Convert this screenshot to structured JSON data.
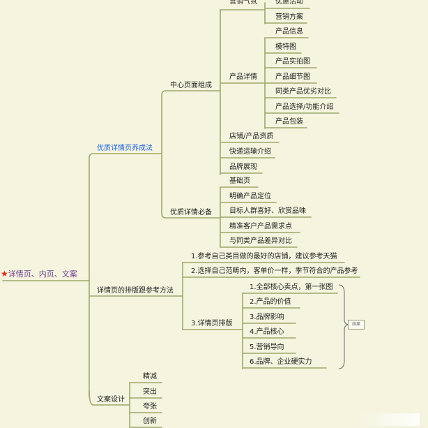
{
  "root": "详情页、内页、文案",
  "l1": {
    "youzhi": "优质详情页养成法",
    "paiban": "详情页的排版跟参考方法",
    "wenan": "文案设计"
  },
  "l2": {
    "zhongxin": "中心页面组成",
    "bibei": "优质详情必备"
  },
  "zhongxin": {
    "yingxiao": "营销气氛",
    "yingxiao_items": [
      "优惠活动",
      "营销方案"
    ],
    "xiangqing": "产品详情",
    "xiangqing_items": [
      "产品信息",
      "模特图",
      "产品实拍图",
      "产品细节图",
      "同类产品优劣对比",
      "产品选择/功能介绍",
      "产品包装"
    ],
    "others": [
      "店铺/产品资质",
      "快递运输介绍",
      "品牌展现"
    ]
  },
  "bibei_items": [
    "基础页",
    "明确产品定位",
    "目标人群喜好、欣赏品味",
    "精准客户产品需求点",
    "与同类产品差异对比"
  ],
  "paiban": {
    "items": [
      "1.参考自己类目做的最好的店铺，建议参考天猫",
      "2.选择自己范畴内，客单价一样，季节符合的产品参考",
      "3.详情页排版"
    ],
    "sub": [
      "1.全部核心卖点，第一张图",
      "2.产品的价值",
      "3.品牌影响",
      "4.产品核心",
      "5.营销导向",
      "6.品牌、企业硬实力"
    ],
    "note": "结果"
  },
  "wenan_items": [
    "精减",
    "突出",
    "夸张",
    "创新"
  ],
  "colors": {
    "line": "#9da86a",
    "background": "#f4f4df",
    "root": "#6b3f8f",
    "highlight": "#1f64d8",
    "star": "#e0271a"
  }
}
